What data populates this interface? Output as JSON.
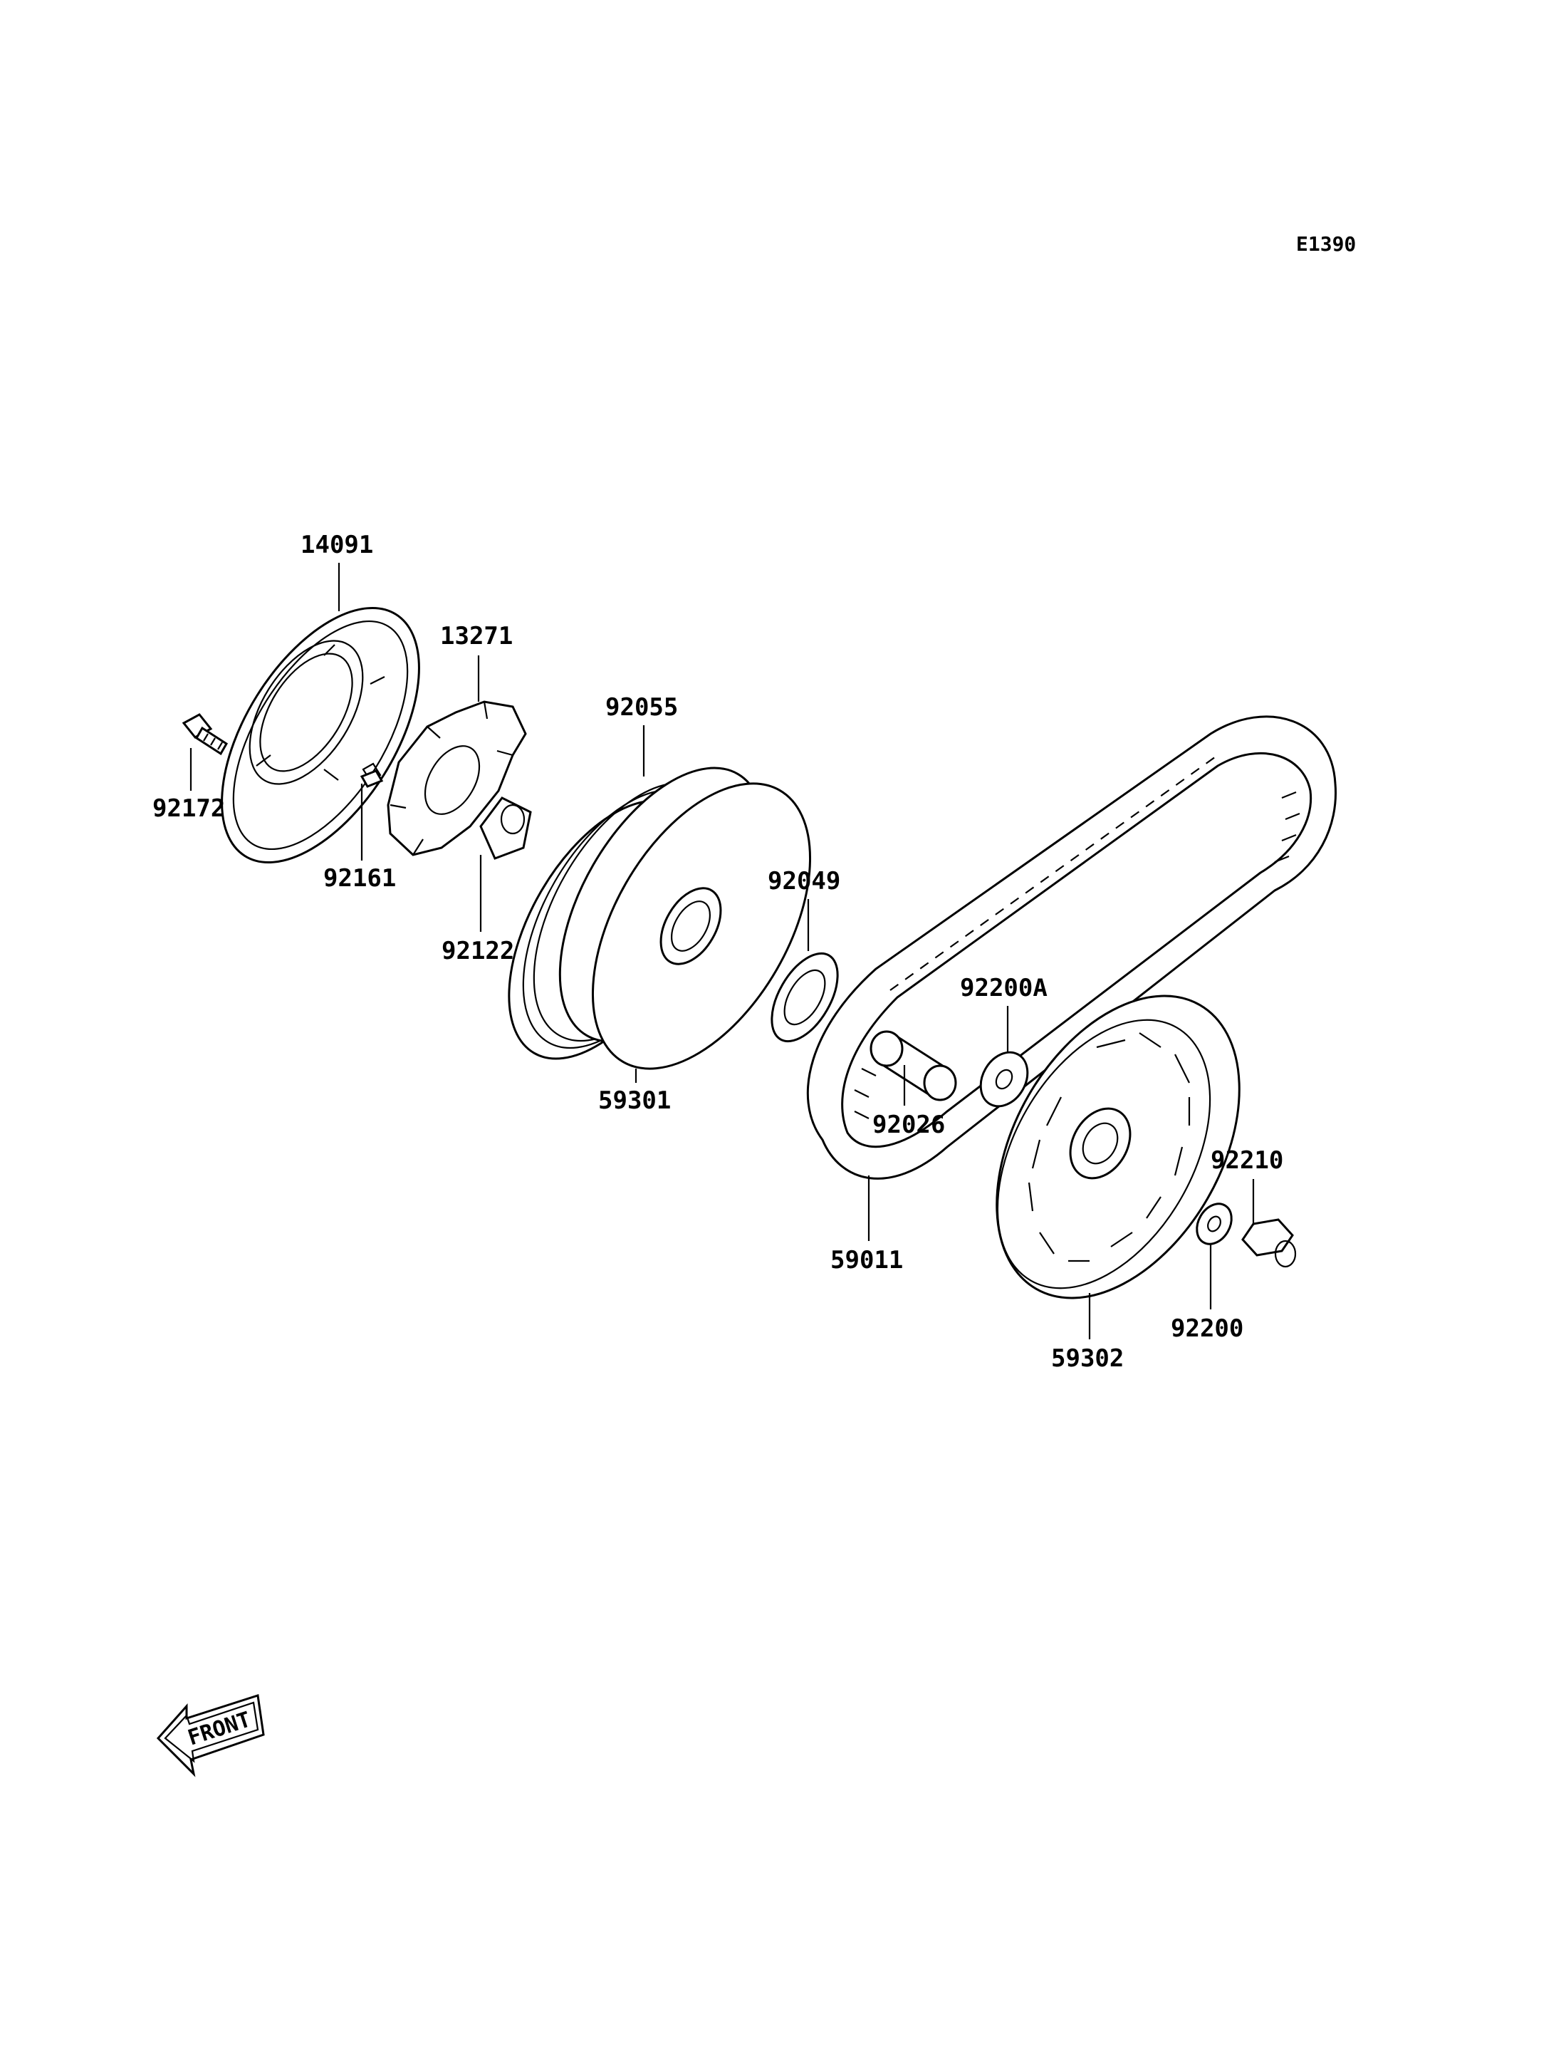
{
  "diagram_ref": "E1390",
  "front_label": "FRONT",
  "parts": {
    "p14091": "14091",
    "p13271": "13271",
    "p92055": "92055",
    "p92172": "92172",
    "p92161": "92161",
    "p92122": "92122",
    "p92049": "92049",
    "p59301": "59301",
    "p92200A": "92200A",
    "p92026": "92026",
    "p92210": "92210",
    "p59011": "59011",
    "p92200": "92200",
    "p59302": "59302"
  }
}
